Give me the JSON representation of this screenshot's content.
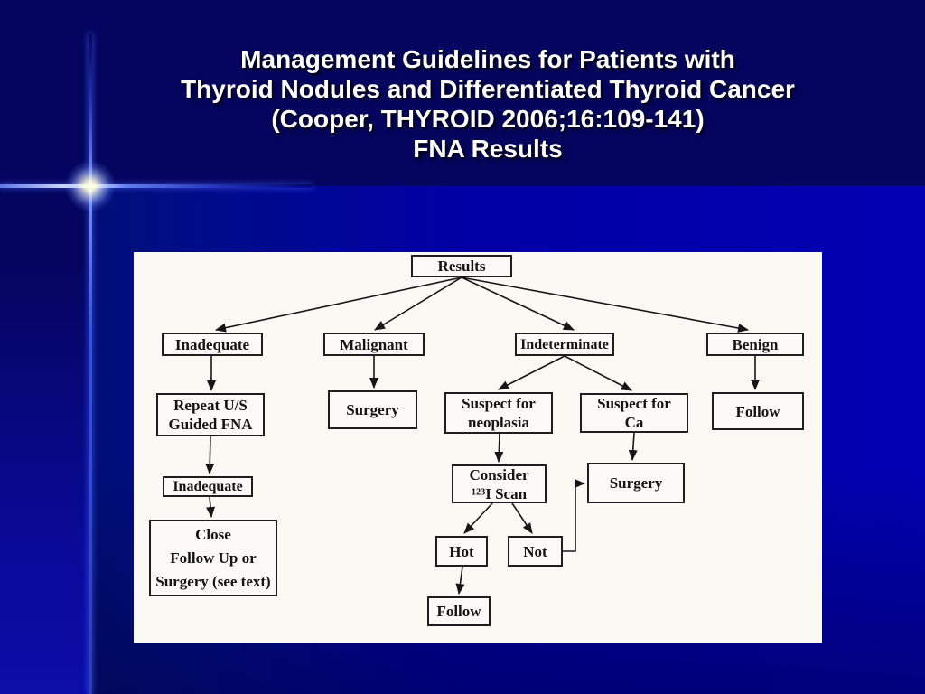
{
  "slide": {
    "title_lines": [
      "Management Guidelines for Patients with",
      "Thyroid Nodules and Differentiated Thyroid Cancer",
      "(Cooper, THYROID 2006;16:109-141)",
      "FNA Results"
    ]
  },
  "flowchart": {
    "nodes": {
      "results": {
        "lines": [
          "Results"
        ]
      },
      "inadequate1": {
        "lines": [
          "Inadequate"
        ]
      },
      "malignant": {
        "lines": [
          "Malignant"
        ]
      },
      "indeterminate": {
        "lines": [
          "Indeterminate"
        ]
      },
      "benign": {
        "lines": [
          "Benign"
        ]
      },
      "repeat_fna": {
        "lines": [
          "Repeat U/S",
          "Guided  FNA"
        ]
      },
      "surgery1": {
        "lines": [
          "Surgery"
        ]
      },
      "suspect_neoplasia": {
        "lines": [
          "Suspect for",
          "neoplasia"
        ]
      },
      "suspect_ca": {
        "lines": [
          "Suspect for",
          "Ca"
        ]
      },
      "follow_benign": {
        "lines": [
          "Follow"
        ]
      },
      "inadequate2": {
        "lines": [
          "Inadequate"
        ]
      },
      "consider_scan": {
        "lines": [
          "Consider",
          "¹²³I Scan"
        ]
      },
      "surgery2": {
        "lines": [
          "Surgery"
        ]
      },
      "close_followup": {
        "lines": [
          "Close",
          "Follow Up or",
          "Surgery (see text)"
        ]
      },
      "hot": {
        "lines": [
          "Hot"
        ]
      },
      "not": {
        "lines": [
          "Not"
        ]
      },
      "follow_hot": {
        "lines": [
          "Follow"
        ]
      }
    },
    "edges": [
      {
        "from": "results",
        "to": "inadequate1"
      },
      {
        "from": "results",
        "to": "malignant"
      },
      {
        "from": "results",
        "to": "indeterminate"
      },
      {
        "from": "results",
        "to": "benign"
      },
      {
        "from": "inadequate1",
        "to": "repeat_fna"
      },
      {
        "from": "repeat_fna",
        "to": "inadequate2"
      },
      {
        "from": "inadequate2",
        "to": "close_followup"
      },
      {
        "from": "malignant",
        "to": "surgery1"
      },
      {
        "from": "indeterminate",
        "to": "suspect_neoplasia"
      },
      {
        "from": "indeterminate",
        "to": "suspect_ca"
      },
      {
        "from": "suspect_neoplasia",
        "to": "consider_scan"
      },
      {
        "from": "suspect_ca",
        "to": "surgery2"
      },
      {
        "from": "consider_scan",
        "to": "hot"
      },
      {
        "from": "consider_scan",
        "to": "not"
      },
      {
        "from": "hot",
        "to": "follow_hot"
      },
      {
        "from": "not",
        "to": "surgery2"
      },
      {
        "from": "benign",
        "to": "follow_benign"
      }
    ]
  },
  "colors": {
    "background_top": "#05055F",
    "background_bright": "#0101B2",
    "background_dark_corner": "#001066",
    "flare": "#F2F6FF",
    "panel": "#FAF9F4",
    "title_text": "#FFFFFF",
    "diagram_ink": "#1E1E1E"
  }
}
